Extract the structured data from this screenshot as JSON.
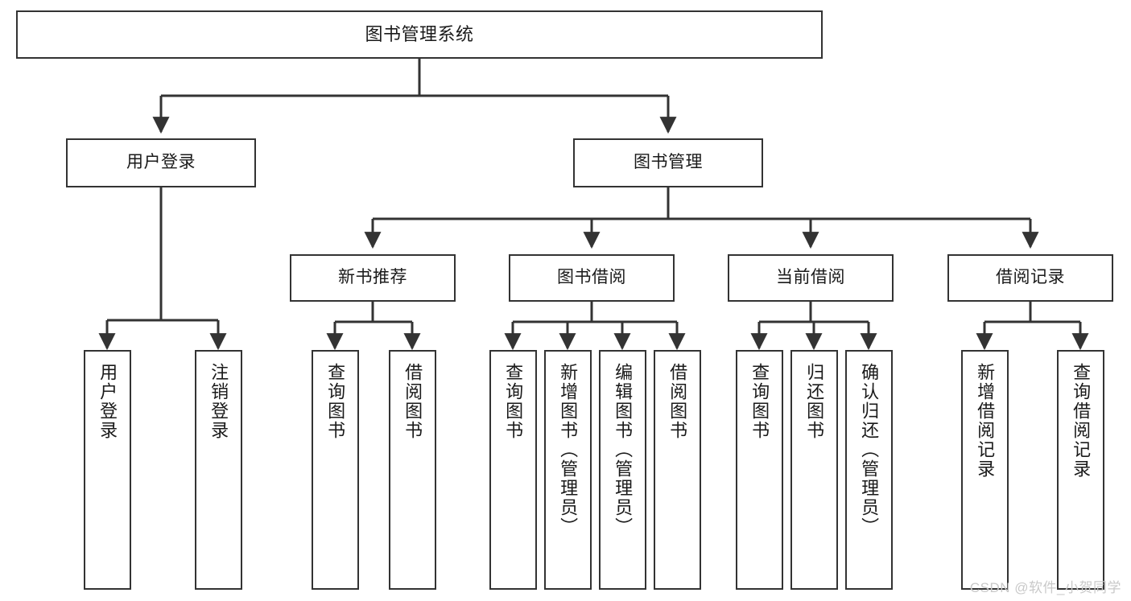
{
  "diagram": {
    "title": "图书管理系统",
    "type": "tree",
    "watermark": "CSDN @软件_小贺同学",
    "colors": {
      "box_border": "#333333",
      "box_fill": "#ffffff",
      "connector": "#333333",
      "text": "#1a1a1a",
      "watermark": "#c9c9c9",
      "background": "#ffffff"
    },
    "root": {
      "label": "图书管理系统"
    },
    "level2": [
      {
        "label": "用户登录"
      },
      {
        "label": "图书管理"
      }
    ],
    "level3": [
      {
        "label": "新书推荐"
      },
      {
        "label": "图书借阅"
      },
      {
        "label": "当前借阅"
      },
      {
        "label": "借阅记录"
      }
    ],
    "leaves": {
      "user_login": [
        {
          "label": "用户登录"
        },
        {
          "label": "注销登录"
        }
      ],
      "new_book": [
        {
          "label": "查询图书"
        },
        {
          "label": "借阅图书"
        }
      ],
      "book_borrow": [
        {
          "label": "查询图书"
        },
        {
          "label": "新增图书（管理员）"
        },
        {
          "label": "编辑图书（管理员）"
        },
        {
          "label": "借阅图书"
        }
      ],
      "current_borrow": [
        {
          "label": "查询图书"
        },
        {
          "label": "归还图书"
        },
        {
          "label": "确认归还（管理员）"
        }
      ],
      "borrow_record": [
        {
          "label": "新增借阅记录"
        },
        {
          "label": "查询借阅记录"
        }
      ]
    }
  }
}
